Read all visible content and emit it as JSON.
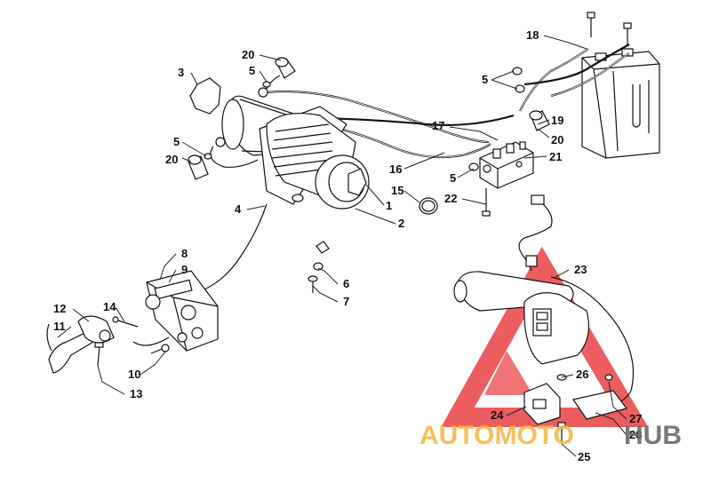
{
  "diagram": {
    "part_numbers": [
      "1",
      "2",
      "3",
      "4",
      "5",
      "6",
      "7",
      "8",
      "9",
      "10",
      "11",
      "12",
      "13",
      "14",
      "15",
      "16",
      "17",
      "18",
      "19",
      "20",
      "21",
      "22",
      "23",
      "24",
      "25",
      "26",
      "27",
      "28"
    ]
  },
  "callouts": [
    {
      "id": "c18",
      "label": "18"
    },
    {
      "id": "c20a",
      "label": "20"
    },
    {
      "id": "c5a",
      "label": "5"
    },
    {
      "id": "c3",
      "label": "3"
    },
    {
      "id": "c5b",
      "label": "5"
    },
    {
      "id": "c17",
      "label": "17"
    },
    {
      "id": "c19",
      "label": "19"
    },
    {
      "id": "c20b",
      "label": "20"
    },
    {
      "id": "c5c",
      "label": "5"
    },
    {
      "id": "c20c",
      "label": "20"
    },
    {
      "id": "c21",
      "label": "21"
    },
    {
      "id": "c16",
      "label": "16"
    },
    {
      "id": "c5d",
      "label": "5"
    },
    {
      "id": "c15",
      "label": "15"
    },
    {
      "id": "c1",
      "label": "1"
    },
    {
      "id": "c22",
      "label": "22"
    },
    {
      "id": "c4",
      "label": "4"
    },
    {
      "id": "c2",
      "label": "2"
    },
    {
      "id": "c8",
      "label": "8"
    },
    {
      "id": "c9",
      "label": "9"
    },
    {
      "id": "c6",
      "label": "6"
    },
    {
      "id": "c23",
      "label": "23"
    },
    {
      "id": "c12",
      "label": "12"
    },
    {
      "id": "c14",
      "label": "14"
    },
    {
      "id": "c7",
      "label": "7"
    },
    {
      "id": "c11",
      "label": "11"
    },
    {
      "id": "c10",
      "label": "10"
    },
    {
      "id": "c26",
      "label": "26"
    },
    {
      "id": "c13",
      "label": "13"
    },
    {
      "id": "c24",
      "label": "24"
    },
    {
      "id": "c27",
      "label": "27"
    },
    {
      "id": "c28",
      "label": "28"
    },
    {
      "id": "c25",
      "label": "25"
    }
  ],
  "watermark": {
    "part1": "AUTOMOTO",
    "part2": "HUB",
    "color1": "#f5b94a",
    "color2": "#6a6a6a",
    "triangle_color": "#e8393c"
  }
}
